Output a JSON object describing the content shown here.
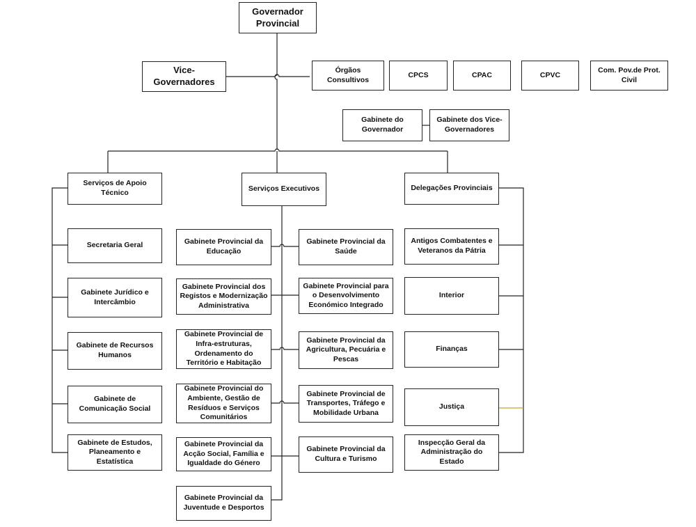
{
  "top": {
    "governor": "Governador\nProvincial"
  },
  "upper": {
    "vice": "Vice-\nGovernadores",
    "orgaos": "Órgãos\nConsultivos",
    "cpcs": "CPCS",
    "cpac": "CPAC",
    "cpvc": "CPVC",
    "comprot": "Com. Pov.de Prot.\nCivil",
    "gab_gov": "Gabinete do\nGovernador",
    "gab_vice": "Gabinete dos Vice-\nGovernadores"
  },
  "branches": {
    "apoio": "Serviços de Apoio\nTécnico",
    "executivos": "Serviços Executivos",
    "delegacoes": "Delegações Provinciais"
  },
  "apoio_items": [
    "Secretaria Geral",
    "Gabinete Jurídico e\nIntercâmbio",
    "Gabinete de Recursos\nHumanos",
    "Gabinete de\nComunicação Social",
    "Gabinete de Estudos,\nPlaneamento e\nEstatística"
  ],
  "exec_left": [
    "Gabinete Provincial da\nEducação",
    "Gabinete Provincial dos\nRegistos e Modernização\nAdministrativa",
    "Gabinete Provincial de\nInfra-estruturas,\nOrdenamento do\nTerritório e Habitação",
    "Gabinete Provincial do\nAmbiente, Gestão de\nResíduos e Serviços\nComunitários",
    "Gabinete Provincial da\nAcção Social, Família e\nIgualdade do Género",
    "Gabinete Provincial  da\nJuventude e Desportos"
  ],
  "exec_right": [
    "Gabinete Provincial da\nSaúde",
    "Gabinete Provincial para\no Desenvolvimento\nEconómico Integrado",
    "Gabinete Provincial da\nAgricultura, Pecuária e\nPescas",
    "Gabinete Provincial de\nTransportes, Tráfego e\nMobilidade Urbana",
    "Gabinete Provincial da\nCultura e Turismo"
  ],
  "deleg_items": [
    "Antigos Combatentes e\nVeteranos da Pátria",
    "Interior",
    "Finanças",
    "Justiça",
    "Inspecção Geral da\nAdministração do Estado"
  ],
  "colors": {
    "line": "#222222",
    "accent_line": "#c9a227"
  }
}
